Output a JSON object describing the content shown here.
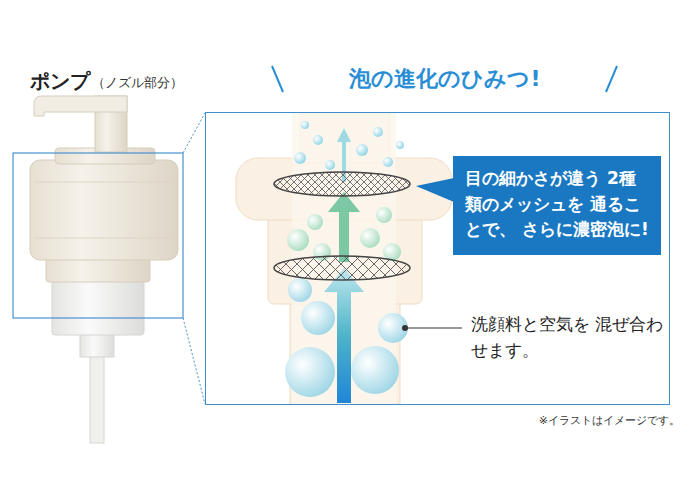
{
  "diagram": {
    "title": "泡の進化のひみつ!",
    "nodes": [
      {
        "text": [
          "洗顔料と空気を 混ぜ合わせます。"
        ]
      },
      {
        "text": [
          "目の細かさが違う 2種類のメッシュを 通ることで、 さらに濃密泡に!"
        ],
        "in": 0
      }
    ],
    "labels": [
      "ポンプ",
      "（ノズル部分）",
      "※イラストはイメージです。"
    ]
  }
}
